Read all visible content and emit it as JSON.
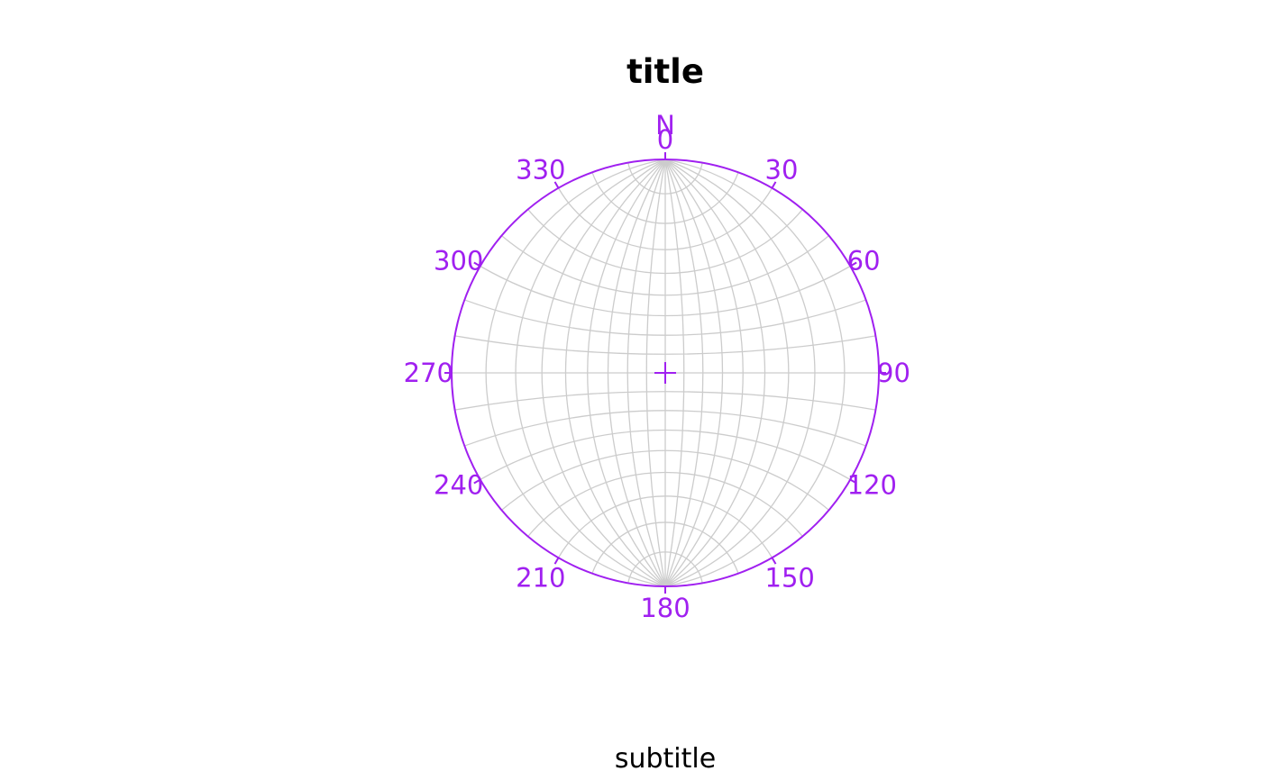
{
  "title": "title",
  "subtitle": "subtitle",
  "net": {
    "type": "equal-angle stereonet (wulff)",
    "grid_interval_deg": 10,
    "north_label": "N",
    "azimuth_labels": [
      "0",
      "30",
      "60",
      "90",
      "120",
      "150",
      "180",
      "210",
      "240",
      "270",
      "300",
      "330"
    ],
    "azimuth_values": [
      0,
      30,
      60,
      90,
      120,
      150,
      180,
      210,
      240,
      270,
      300,
      330
    ],
    "colors": {
      "frame": "#a020f0",
      "grid": "#cccccc",
      "labels": "#a020f0",
      "title": "#000000"
    },
    "center_marker": "plus"
  }
}
